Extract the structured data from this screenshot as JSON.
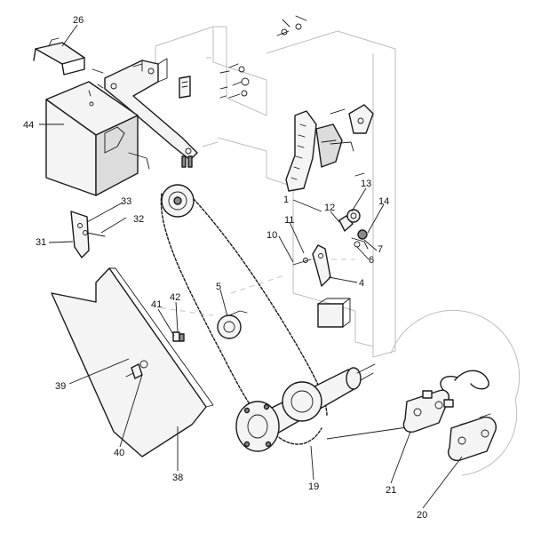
{
  "diagram": {
    "callouts": [
      {
        "id": "26",
        "label": "26"
      },
      {
        "id": "44",
        "label": "44"
      },
      {
        "id": "33",
        "label": "33"
      },
      {
        "id": "32",
        "label": "32"
      },
      {
        "id": "31",
        "label": "31"
      },
      {
        "id": "1",
        "label": "1"
      },
      {
        "id": "13",
        "label": "13"
      },
      {
        "id": "12",
        "label": "12"
      },
      {
        "id": "14",
        "label": "14"
      },
      {
        "id": "11",
        "label": "11"
      },
      {
        "id": "10",
        "label": "10"
      },
      {
        "id": "7",
        "label": "7"
      },
      {
        "id": "6",
        "label": "6"
      },
      {
        "id": "4",
        "label": "4"
      },
      {
        "id": "5",
        "label": "5"
      },
      {
        "id": "42",
        "label": "42"
      },
      {
        "id": "41",
        "label": "41"
      },
      {
        "id": "39",
        "label": "39"
      },
      {
        "id": "40",
        "label": "40"
      },
      {
        "id": "38",
        "label": "38"
      },
      {
        "id": "19",
        "label": "19"
      },
      {
        "id": "21",
        "label": "21"
      },
      {
        "id": "20",
        "label": "20"
      }
    ]
  }
}
